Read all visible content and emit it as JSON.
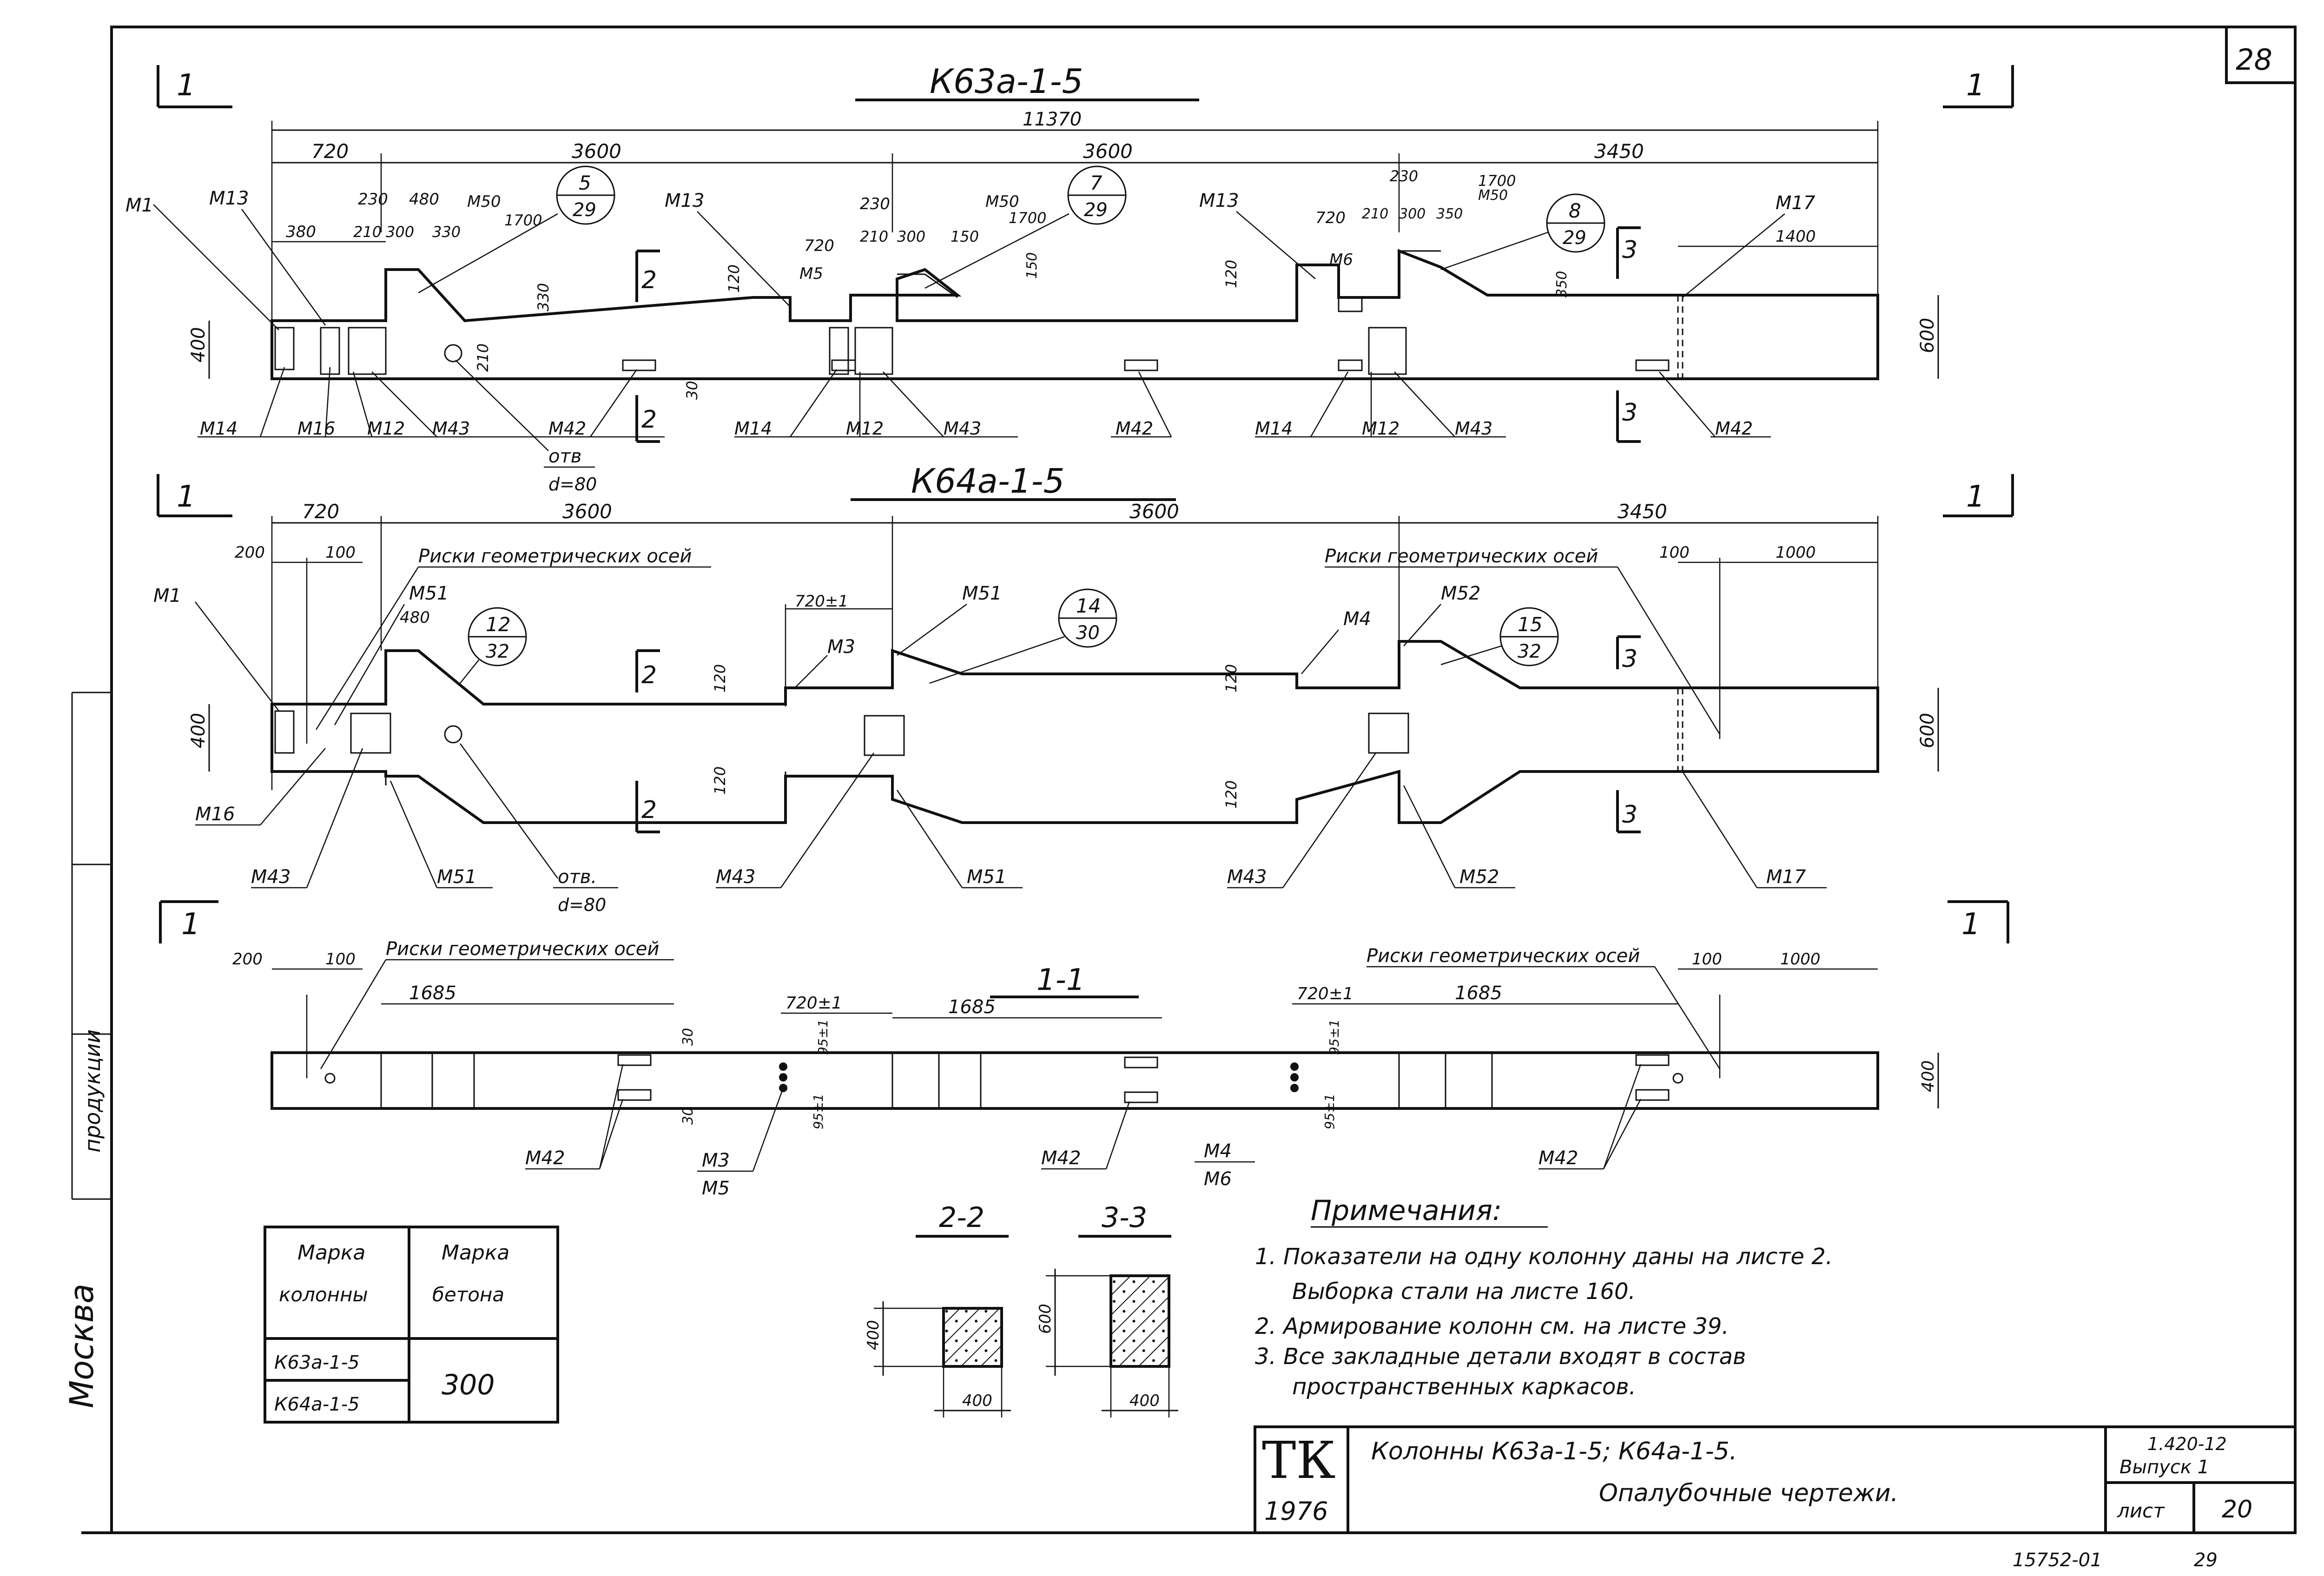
{
  "sheet": {
    "corner_number": "28",
    "left_margin_city": "Москва",
    "bottom_codes": "15752-01",
    "bottom_page": "29"
  },
  "drawing1": {
    "title": "К63а-1-5",
    "section_mark": "1",
    "total_length": "11370",
    "dims_top": [
      "720",
      "3600",
      "3600",
      "3450"
    ],
    "dims_small_left": [
      "230",
      "480",
      "380",
      "210",
      "300",
      "330",
      "М50",
      "1700",
      "330"
    ],
    "dims_small_mid": [
      "230",
      "720",
      "210",
      "300",
      "150",
      "М50",
      "1700",
      "150"
    ],
    "dims_small_right": [
      "230",
      "720",
      "210",
      "300",
      "350",
      "1700",
      "М50",
      "350",
      "1400"
    ],
    "height_left": "400",
    "height_right": "600",
    "dim_120_a": "120",
    "dim_120_b": "120",
    "dim_210": "210",
    "dim_30": "30",
    "callouts": [
      {
        "top": "5",
        "bottom": "29"
      },
      {
        "top": "7",
        "bottom": "29"
      },
      {
        "top": "8",
        "bottom": "29"
      }
    ],
    "marks_top": [
      "М1",
      "М13",
      "М13",
      "М13",
      "М17",
      "М5",
      "М6"
    ],
    "marks_bottom": [
      "М14",
      "М16",
      "М12",
      "М43",
      "М42",
      "М14",
      "М12",
      "М43",
      "М42",
      "М14",
      "М12",
      "М43",
      "М42"
    ],
    "hole_label": "отв",
    "hole_diameter": "d=80",
    "section2": "2",
    "section3": "3"
  },
  "drawing2": {
    "title": "К64а-1-5",
    "section_mark": "1",
    "dims_top": [
      "720",
      "3600",
      "3600",
      "3450"
    ],
    "dim_200": "200",
    "dim_100": "100",
    "dim_480": "480",
    "dim_720pm": "720±1",
    "dim_100r": "100",
    "dim_1000r": "1000",
    "axis_note_left": "Риски геометрических осей",
    "axis_note_right": "Риски геометрических осей",
    "height_left": "400",
    "height_right": "600",
    "dim_120s": [
      "120",
      "120",
      "120",
      "120"
    ],
    "callouts": [
      {
        "top": "12",
        "bottom": "32"
      },
      {
        "top": "14",
        "bottom": "30"
      },
      {
        "top": "15",
        "bottom": "32"
      }
    ],
    "marks": [
      "М1",
      "М51",
      "М3",
      "М51",
      "М4",
      "М52",
      "М16",
      "М43",
      "М51",
      "М43",
      "М51",
      "М43",
      "М52",
      "М17"
    ],
    "hole_label": "отв.",
    "hole_diameter": "d=80",
    "section2": "2",
    "section3": "3"
  },
  "drawing3": {
    "title": "1-1",
    "section_mark": "1",
    "dim_200": "200",
    "dim_100": "100",
    "dims_1685": [
      "1685",
      "1685",
      "1685"
    ],
    "dims_720": [
      "720±1",
      "720±1"
    ],
    "dim_100r": "100",
    "dim_1000r": "1000",
    "dims_30": [
      "30",
      "30"
    ],
    "dims_95": [
      "95±1",
      "95±1",
      "95±1",
      "95±1"
    ],
    "axis_note_left": "Риски геометрических осей",
    "axis_note_right": "Риски геометрических осей",
    "height": "400",
    "marks": [
      "М42",
      "М3",
      "М5",
      "М42",
      "М4",
      "М6",
      "М42"
    ]
  },
  "sections": {
    "s22_title": "2-2",
    "s33_title": "3-3",
    "s22_h": "400",
    "s22_w": "400",
    "s33_h": "600",
    "s33_w": "400"
  },
  "table": {
    "h1a": "Марка",
    "h1b": "колонны",
    "h2a": "Марка",
    "h2b": "бетона",
    "row1": "К63а-1-5",
    "row2": "К64а-1-5",
    "concrete": "300"
  },
  "notes": {
    "title": "Примечания:",
    "l1": "1. Показатели на одну колонну даны на листе 2.",
    "l1b": "Выборка стали на листе 160.",
    "l2": "2. Армирование колонн см. на листе 39.",
    "l3": "3. Все закладные детали входят в состав",
    "l3b": "пространственных каркасов."
  },
  "title_block": {
    "logo": "ТК",
    "year": "1976",
    "line1": "Колонны К63а-1-5; К64а-1-5.",
    "line2": "Опалубочные чертежи.",
    "series": "1.420-12",
    "issue": "Выпуск 1",
    "sheet_label": "лист",
    "sheet_no": "20"
  },
  "margin_strip": {
    "t1": "продукции"
  }
}
